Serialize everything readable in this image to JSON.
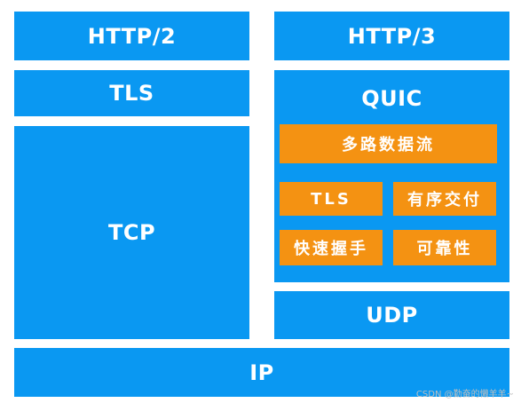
{
  "left_stack": {
    "http2": "HTTP/2",
    "tls": "TLS",
    "tcp": "TCP"
  },
  "right_stack": {
    "http3": "HTTP/3",
    "quic": "QUIC",
    "quic_features": {
      "multiplexed_streams": "多路数据流",
      "tls": "TLS",
      "ordered_delivery": "有序交付",
      "fast_handshake": "快速握手",
      "reliability": "可靠性"
    },
    "udp": "UDP"
  },
  "base": {
    "ip": "IP"
  },
  "watermark": "CSDN @勤奋的懒羊羊~",
  "colors": {
    "blue": "#0a98f2",
    "orange": "#f49212",
    "text": "#ffffff"
  }
}
